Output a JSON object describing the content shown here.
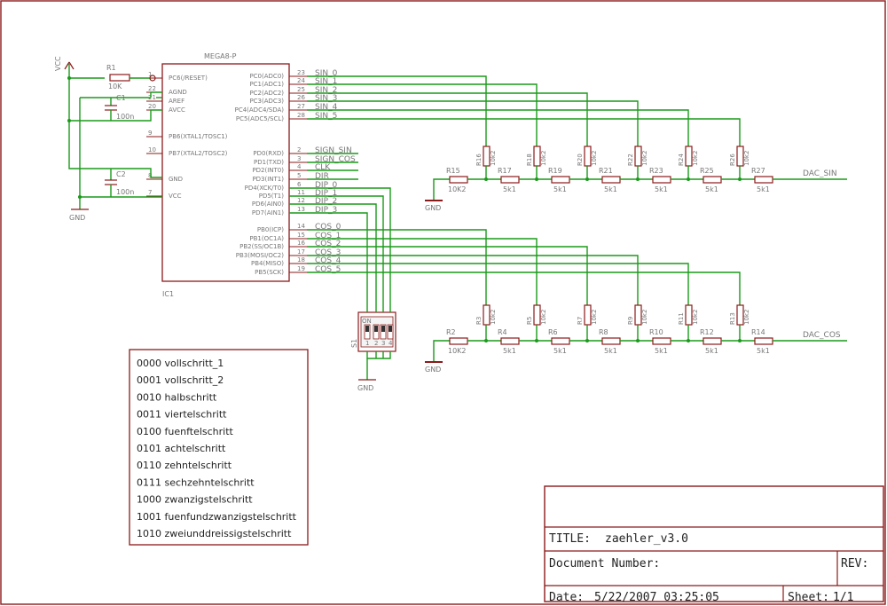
{
  "mcu": {
    "name": "MEGA8-P",
    "ref": "IC1",
    "left_pins": [
      {
        "name": "PC6(/RESET)",
        "num": "1"
      },
      {
        "name": "AGND",
        "num": "22"
      },
      {
        "name": "AREF",
        "num": "21"
      },
      {
        "name": "AVCC",
        "num": "20"
      },
      {
        "name": "PB6(XTAL1/TOSC1)",
        "num": "9"
      },
      {
        "name": "PB7(XTAL2/TOSC2)",
        "num": "10"
      },
      {
        "name": "GND",
        "num": "8"
      },
      {
        "name": "VCC",
        "num": "7"
      }
    ],
    "right_pins": [
      {
        "name": "PC0(ADC0)",
        "num": "23",
        "net": "SIN_0"
      },
      {
        "name": "PC1(ADC1)",
        "num": "24",
        "net": "SIN_1"
      },
      {
        "name": "PC2(ADC2)",
        "num": "25",
        "net": "SIN_2"
      },
      {
        "name": "PC3(ADC3)",
        "num": "26",
        "net": "SIN_3"
      },
      {
        "name": "PC4(ADC4/SDA)",
        "num": "27",
        "net": "SIN_4"
      },
      {
        "name": "PC5(ADC5/SCL)",
        "num": "28",
        "net": "SIN_5"
      },
      {
        "name": "PD0(RXD)",
        "num": "2",
        "net": "SIGN_SIN"
      },
      {
        "name": "PD1(TXD)",
        "num": "3",
        "net": "SIGN_COS"
      },
      {
        "name": "PD2(INT0)",
        "num": "4",
        "net": "CLK"
      },
      {
        "name": "PD3(INT1)",
        "num": "5",
        "net": "DIR"
      },
      {
        "name": "PD4(XCK/T0)",
        "num": "6",
        "net": "DIP_0"
      },
      {
        "name": "PD5(T1)",
        "num": "11",
        "net": "DIP_1"
      },
      {
        "name": "PD6(AIN0)",
        "num": "12",
        "net": "DIP_2"
      },
      {
        "name": "PD7(AIN1)",
        "num": "13",
        "net": "DIP_3"
      },
      {
        "name": "PB0(ICP)",
        "num": "14",
        "net": "COS_0"
      },
      {
        "name": "PB1(OC1A)",
        "num": "15",
        "net": "COS_1"
      },
      {
        "name": "PB2(SS/OC1B)",
        "num": "16",
        "net": "COS_2"
      },
      {
        "name": "PB3(MOSI/OC2)",
        "num": "17",
        "net": "COS_3"
      },
      {
        "name": "PB4(MISO)",
        "num": "18",
        "net": "COS_4"
      },
      {
        "name": "PB5(SCK)",
        "num": "19",
        "net": "COS_5"
      }
    ]
  },
  "power": {
    "vcc": "VCC",
    "gnd": "GND"
  },
  "r1": {
    "ref": "R1",
    "value": "10K"
  },
  "c1": {
    "ref": "C1",
    "value": "100n"
  },
  "c2": {
    "ref": "C2",
    "value": "100n"
  },
  "switch": {
    "ref": "S1",
    "on_label": "ON",
    "positions": [
      "1",
      "2",
      "3",
      "4"
    ]
  },
  "sin_ladder": {
    "output": "DAC_SIN",
    "first_ref": "R15",
    "first_value": "10K2",
    "legs": [
      {
        "ref": "R16",
        "value": "10k2"
      },
      {
        "ref": "R18",
        "value": "10k2"
      },
      {
        "ref": "R20",
        "value": "10k2"
      },
      {
        "ref": "R22",
        "value": "10k2"
      },
      {
        "ref": "R24",
        "value": "10k2"
      },
      {
        "ref": "R26",
        "value": "10k2"
      }
    ],
    "series": [
      {
        "ref": "R17",
        "value": "5k1"
      },
      {
        "ref": "R19",
        "value": "5k1"
      },
      {
        "ref": "R21",
        "value": "5k1"
      },
      {
        "ref": "R23",
        "value": "5k1"
      },
      {
        "ref": "R25",
        "value": "5k1"
      },
      {
        "ref": "R27",
        "value": "5k1"
      }
    ]
  },
  "cos_ladder": {
    "output": "DAC_COS",
    "first_ref": "R2",
    "first_value": "10K2",
    "legs": [
      {
        "ref": "R3",
        "value": "10k2"
      },
      {
        "ref": "R5",
        "value": "10k2"
      },
      {
        "ref": "R7",
        "value": "10k2"
      },
      {
        "ref": "R9",
        "value": "10k2"
      },
      {
        "ref": "R11",
        "value": "10k2"
      },
      {
        "ref": "R13",
        "value": "10k2"
      }
    ],
    "series": [
      {
        "ref": "R4",
        "value": "5k1"
      },
      {
        "ref": "R6",
        "value": "5k1"
      },
      {
        "ref": "R8",
        "value": "5k1"
      },
      {
        "ref": "R10",
        "value": "5k1"
      },
      {
        "ref": "R12",
        "value": "5k1"
      },
      {
        "ref": "R14",
        "value": "5k1"
      }
    ]
  },
  "notes": [
    "0000 vollschritt_1",
    "0001 vollschritt_2",
    "0010 halbschritt",
    "0011 viertelschritt",
    "0100 fuenftelschritt",
    "0101 achtelschritt",
    "0110 zehntelschritt",
    "0111 sechzehntelschritt",
    "1000 zwanzigstelschritt",
    "1001 fuenfundzwanzigstelschritt",
    "1010 zweiunddreissigstelschritt"
  ],
  "title_block": {
    "title_label": "TITLE:",
    "title_value": "zaehler_v3.0",
    "docnum_label": "Document Number:",
    "rev_label": "REV:",
    "date_label": "Date:",
    "date_value": "5/22/2007 03:25:05",
    "sheet_label": "Sheet:",
    "sheet_value": "1/1"
  },
  "colors": {
    "frame": "#8b1a1a",
    "wire": "#1a9a1a",
    "text": "#777777"
  }
}
